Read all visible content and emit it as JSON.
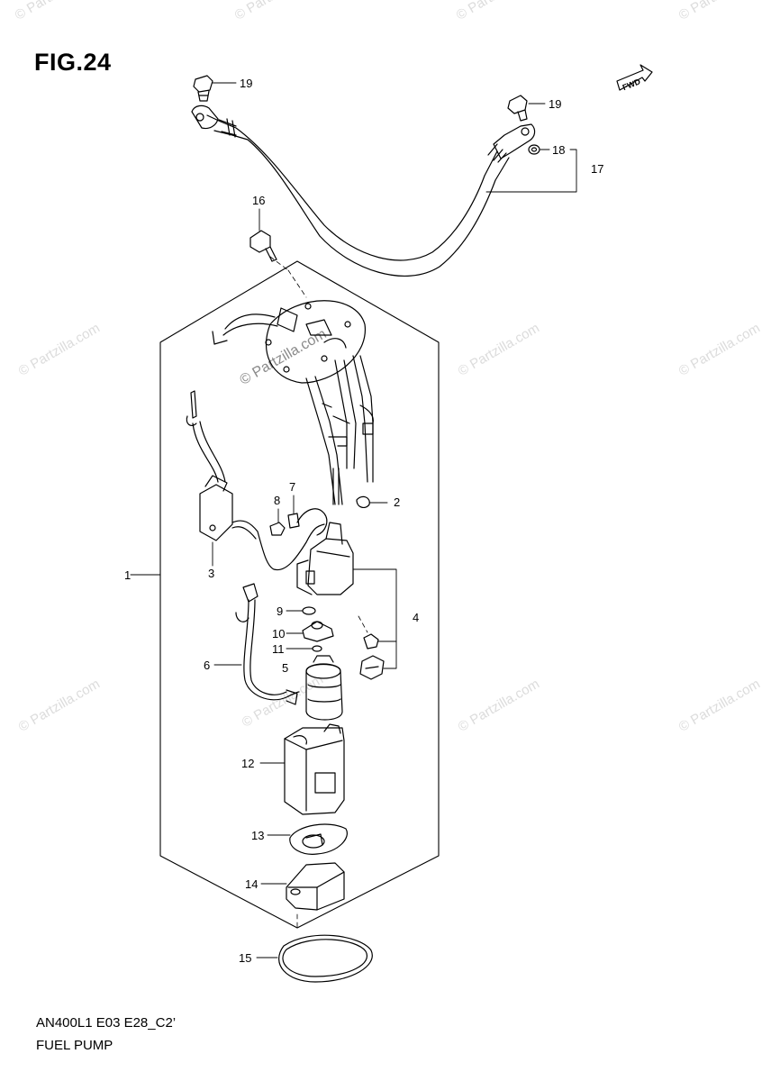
{
  "figure_title": "FIG.24",
  "footer": {
    "model_code": "AN400L1 E03 E28_C2’",
    "section_title": "FUEL PUMP"
  },
  "direction_badge": "FWD",
  "watermark": "© Partzilla.com",
  "callouts": [
    "19",
    "19",
    "18",
    "17",
    "16",
    "2",
    "8",
    "7",
    "3",
    "1",
    "4",
    "9",
    "10",
    "11",
    "6",
    "5",
    "12",
    "13",
    "14",
    "15"
  ]
}
